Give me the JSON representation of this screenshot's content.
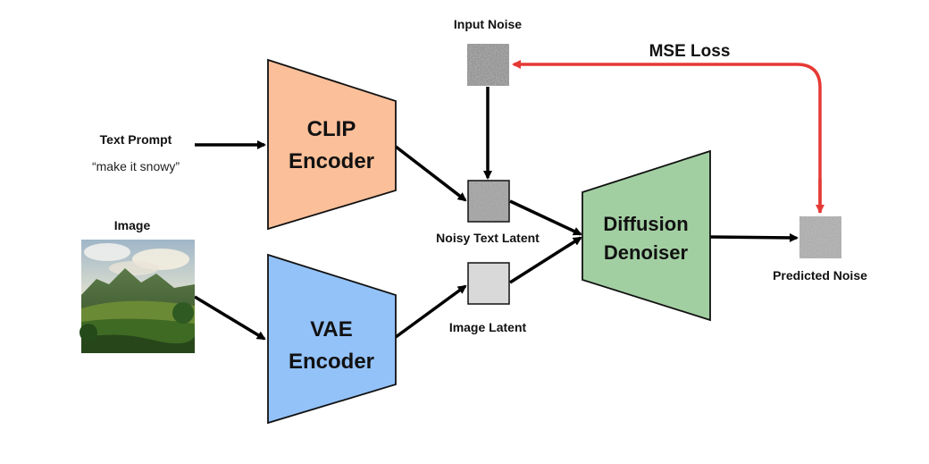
{
  "labels": {
    "input_noise": "Input Noise",
    "mse_loss": "MSE Loss",
    "text_prompt": "Text Prompt",
    "prompt_text": "“make it snowy”",
    "image": "Image",
    "noisy_text_latent": "Noisy Text Latent",
    "image_latent": "Image Latent",
    "predicted_noise": "Predicted Noise"
  },
  "blocks": {
    "clip": {
      "line1": "CLIP",
      "line2": "Encoder",
      "color": "#fbbf99"
    },
    "vae": {
      "line1": "VAE",
      "line2": "Encoder",
      "color": "#93c2f8"
    },
    "denoiser": {
      "line1": "Diffusion",
      "line2": "Denoiser",
      "color": "#a2cfa2"
    }
  },
  "colors": {
    "arrow": "#000000",
    "loss_arrow": "#e53935",
    "image_latent_fill": "#d9d9d9",
    "noise_fill": "#8c8c8c"
  }
}
